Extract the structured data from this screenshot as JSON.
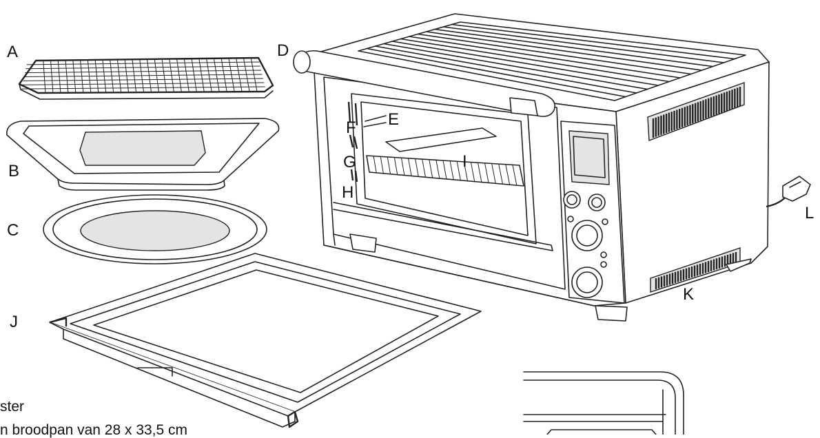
{
  "labels": {
    "a": "A",
    "b": "B",
    "c": "C",
    "d": "D",
    "e": "E",
    "f": "F",
    "g": "G",
    "h": "H",
    "i": "I",
    "j": "J",
    "k": "K",
    "l": "L"
  },
  "caption": {
    "line1": "ster",
    "line2": "n broodpan van 28 x 33,5 cm"
  },
  "colors": {
    "line": "#222222",
    "background": "#ffffff"
  }
}
